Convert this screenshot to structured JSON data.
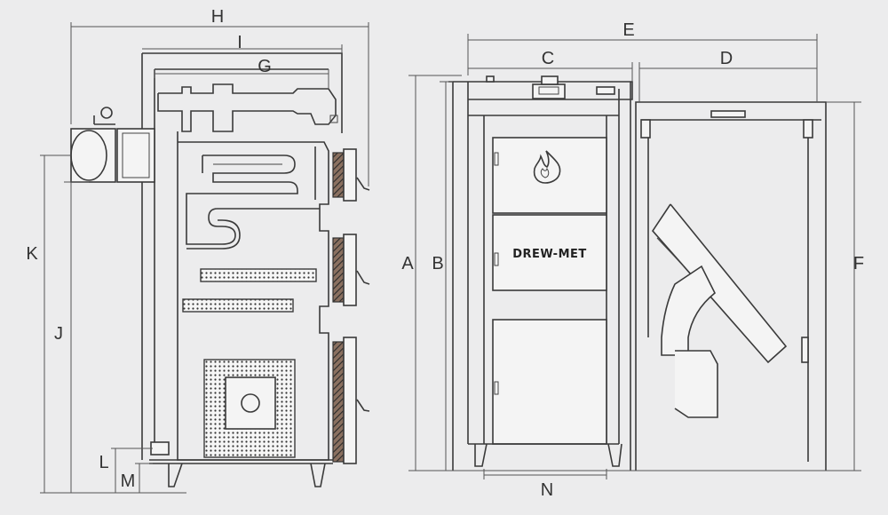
{
  "labels": {
    "A": "A",
    "B": "B",
    "C": "C",
    "D": "D",
    "E": "E",
    "F": "F",
    "G": "G",
    "H": "H",
    "I": "I",
    "J": "J",
    "K": "K",
    "L": "L",
    "M": "M",
    "N": "N"
  },
  "brand": "DREW-MET",
  "colors": {
    "background": "#ececed",
    "line": "#3a3a3a",
    "fill": "#f4f4f4",
    "hatch": "#5a4a3a"
  },
  "icons": {
    "flame": "flame-icon",
    "sensor": "sensor-icon"
  }
}
